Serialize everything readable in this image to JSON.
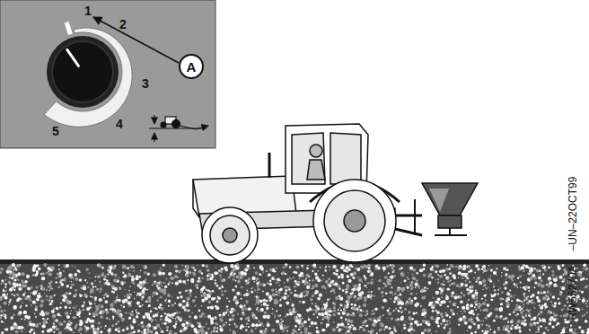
{
  "diagram": {
    "nodes": [
      {
        "text": [
          "A"
        ]
      }
    ],
    "labels": [
      "1",
      "2",
      "3",
      "4",
      "5",
      "RW55270A",
      "–UN–22OCT99"
    ]
  }
}
